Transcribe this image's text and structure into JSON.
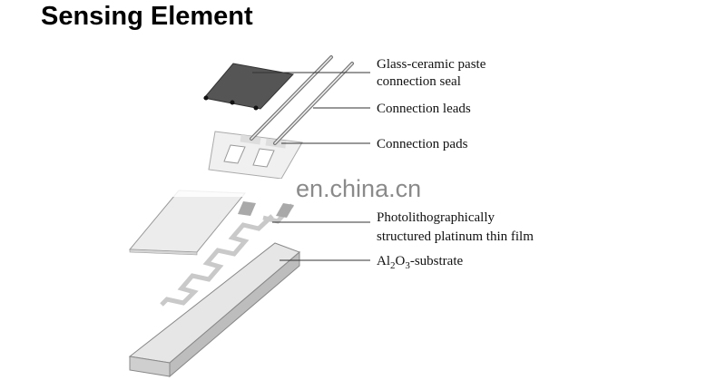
{
  "title": "Sensing Element",
  "watermark": "en.china.cn",
  "labels": {
    "seal_line1": "Glass-ceramic paste",
    "seal_line2": "connection seal",
    "leads": "Connection leads",
    "pads": "Connection pads",
    "film_line1": "Photolithographically",
    "film_line2": "structured platinum thin film",
    "substrate_prefix": "Al",
    "substrate_sub1": "2",
    "substrate_mid": "O",
    "substrate_sub2": "3",
    "substrate_suffix": "-substrate"
  }
}
